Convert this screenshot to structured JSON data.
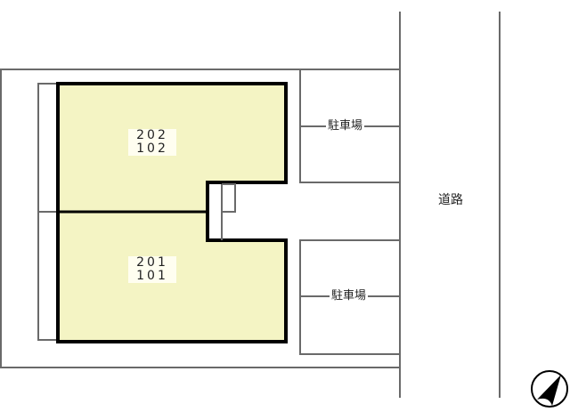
{
  "site_plan": {
    "units": [
      {
        "id": "upper",
        "labels": [
          "202",
          "102"
        ]
      },
      {
        "id": "lower",
        "labels": [
          "201",
          "101"
        ]
      }
    ],
    "parking": [
      {
        "id": "parking-upper",
        "label": "駐車場"
      },
      {
        "id": "parking-lower",
        "label": "駐車場"
      }
    ],
    "road": {
      "label": "道路"
    },
    "compass": {
      "direction": "north-east",
      "icon": "compass-north-arrow-icon"
    },
    "colors": {
      "building_fill": "#f4f4c4",
      "building_outline": "#000000",
      "site_lines": "#6a6a6a",
      "background": "#ffffff"
    }
  }
}
